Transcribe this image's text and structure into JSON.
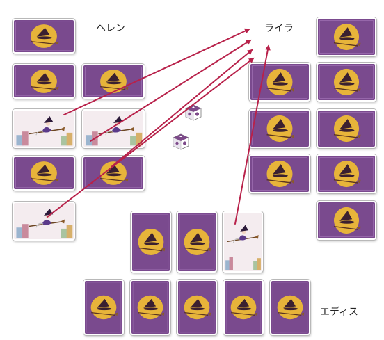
{
  "players": [
    {
      "id": "helen",
      "name": "ヘレン"
    },
    {
      "id": "laila",
      "name": "ライラ"
    },
    {
      "id": "edith",
      "name": "エディス"
    }
  ],
  "card_types": {
    "back": {
      "icon": "witch-moon-card-back",
      "color": "#7a4a8e",
      "moon": "#e7b43a"
    },
    "face": {
      "icon": "flying-witch-card-face",
      "color": "#f4ecef"
    }
  },
  "colors": {
    "arrow": "#b8214a",
    "dice": "#7d4a8a"
  },
  "dice": [
    {
      "id": "die-1",
      "icon": "witch-die-icon"
    },
    {
      "id": "die-2",
      "icon": "witch-die-icon"
    }
  ]
}
